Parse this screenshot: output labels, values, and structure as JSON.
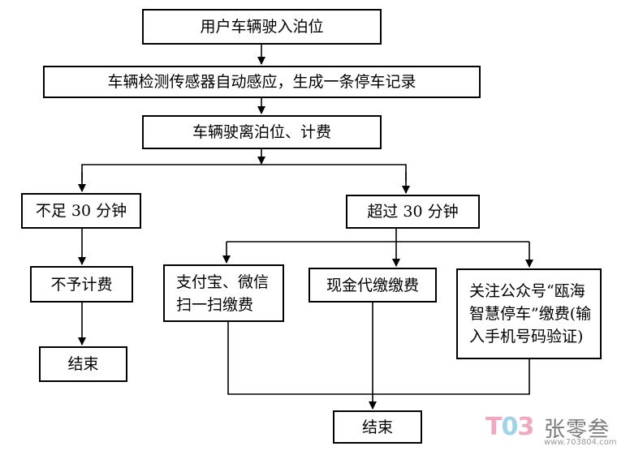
{
  "flowchart": {
    "nodes": {
      "enter_spot": "用户车辆驶入泊位",
      "sensor_record": "车辆检测传感器自动感应，生成一条停车记录",
      "leave_charge": "车辆驶离泊位、计费",
      "under_30": "不足 30 分钟",
      "over_30": "超过 30 分钟",
      "no_charge": "不予计费",
      "end_left": "结束",
      "pay_alipay_wechat": "支付宝、微信扫一扫缴费",
      "pay_cash": "现金代缴缴费",
      "pay_wechat_account": "关注公众号“瓯海智慧停车”缴费(输入手机号码验证)",
      "end_bottom": "结束"
    }
  },
  "watermark": {
    "logo": "T03",
    "name": "张零叁",
    "url": "www.703804.com"
  }
}
